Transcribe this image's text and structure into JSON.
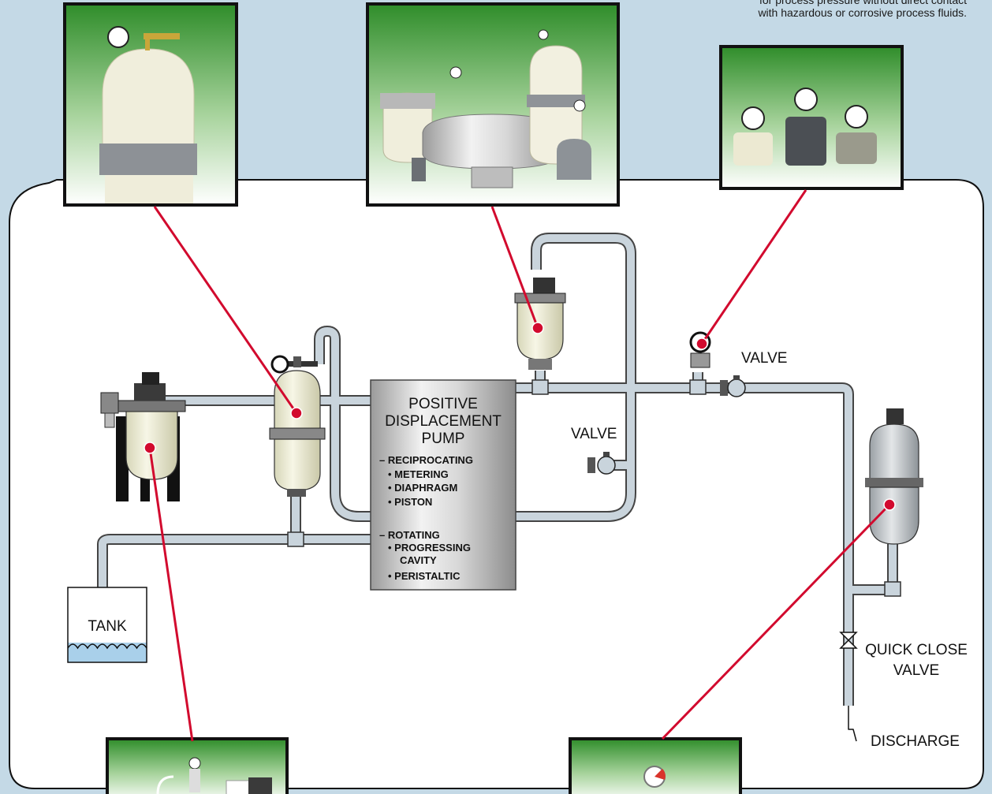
{
  "caption": {
    "line1": "for process pressure without direct contact",
    "line2": "with hazardous or corrosive process fluids."
  },
  "pump": {
    "title_line1": "POSITIVE",
    "title_line2": "DISPLACEMENT",
    "title_line3": "PUMP",
    "reciprocating": "– RECIPROCATING",
    "metering": "• METERING",
    "diaphragm": "• DIAPHRAGM",
    "piston": "• PISTON",
    "rotating": "– ROTATING",
    "progressing": "• PROGRESSING",
    "cavity": "CAVITY",
    "peristaltic": "• PERISTALTIC"
  },
  "labels": {
    "valve_top": "VALVE",
    "valve_mid": "VALVE",
    "tank": "TANK",
    "quick_close_line1": "QUICK CLOSE",
    "quick_close_line2": "VALVE",
    "discharge": "DISCHARGE"
  },
  "colors": {
    "background": "#c4d9e6",
    "panel": "#ffffff",
    "pipe": "#c9d4dc",
    "pointer": "#d20a2e",
    "photo_green": "#2f8d2a",
    "tank_liquid": "#a9d0ea"
  }
}
